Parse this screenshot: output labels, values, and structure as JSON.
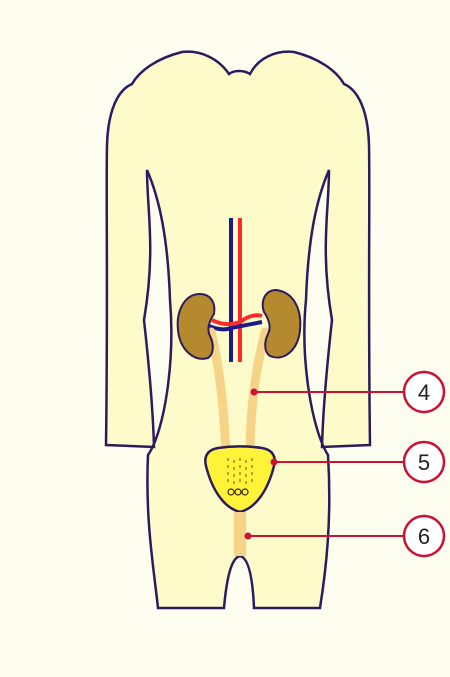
{
  "colors": {
    "page_background": "#fdfdf0",
    "body_fill": "#fefbcb",
    "body_outline": "#2e1a5e",
    "kidney_fill": "#b58a2e",
    "ureter_fill": "#f5d48a",
    "bladder_fill": "#fff33a",
    "vein": "#1a1a8c",
    "artery": "#ff2a2a",
    "callout": "#cc1133"
  },
  "diagram": {
    "labels": [
      {
        "number": "4",
        "points_to": "ureter"
      },
      {
        "number": "5",
        "points_to": "bladder"
      },
      {
        "number": "6",
        "points_to": "urethra"
      }
    ]
  }
}
